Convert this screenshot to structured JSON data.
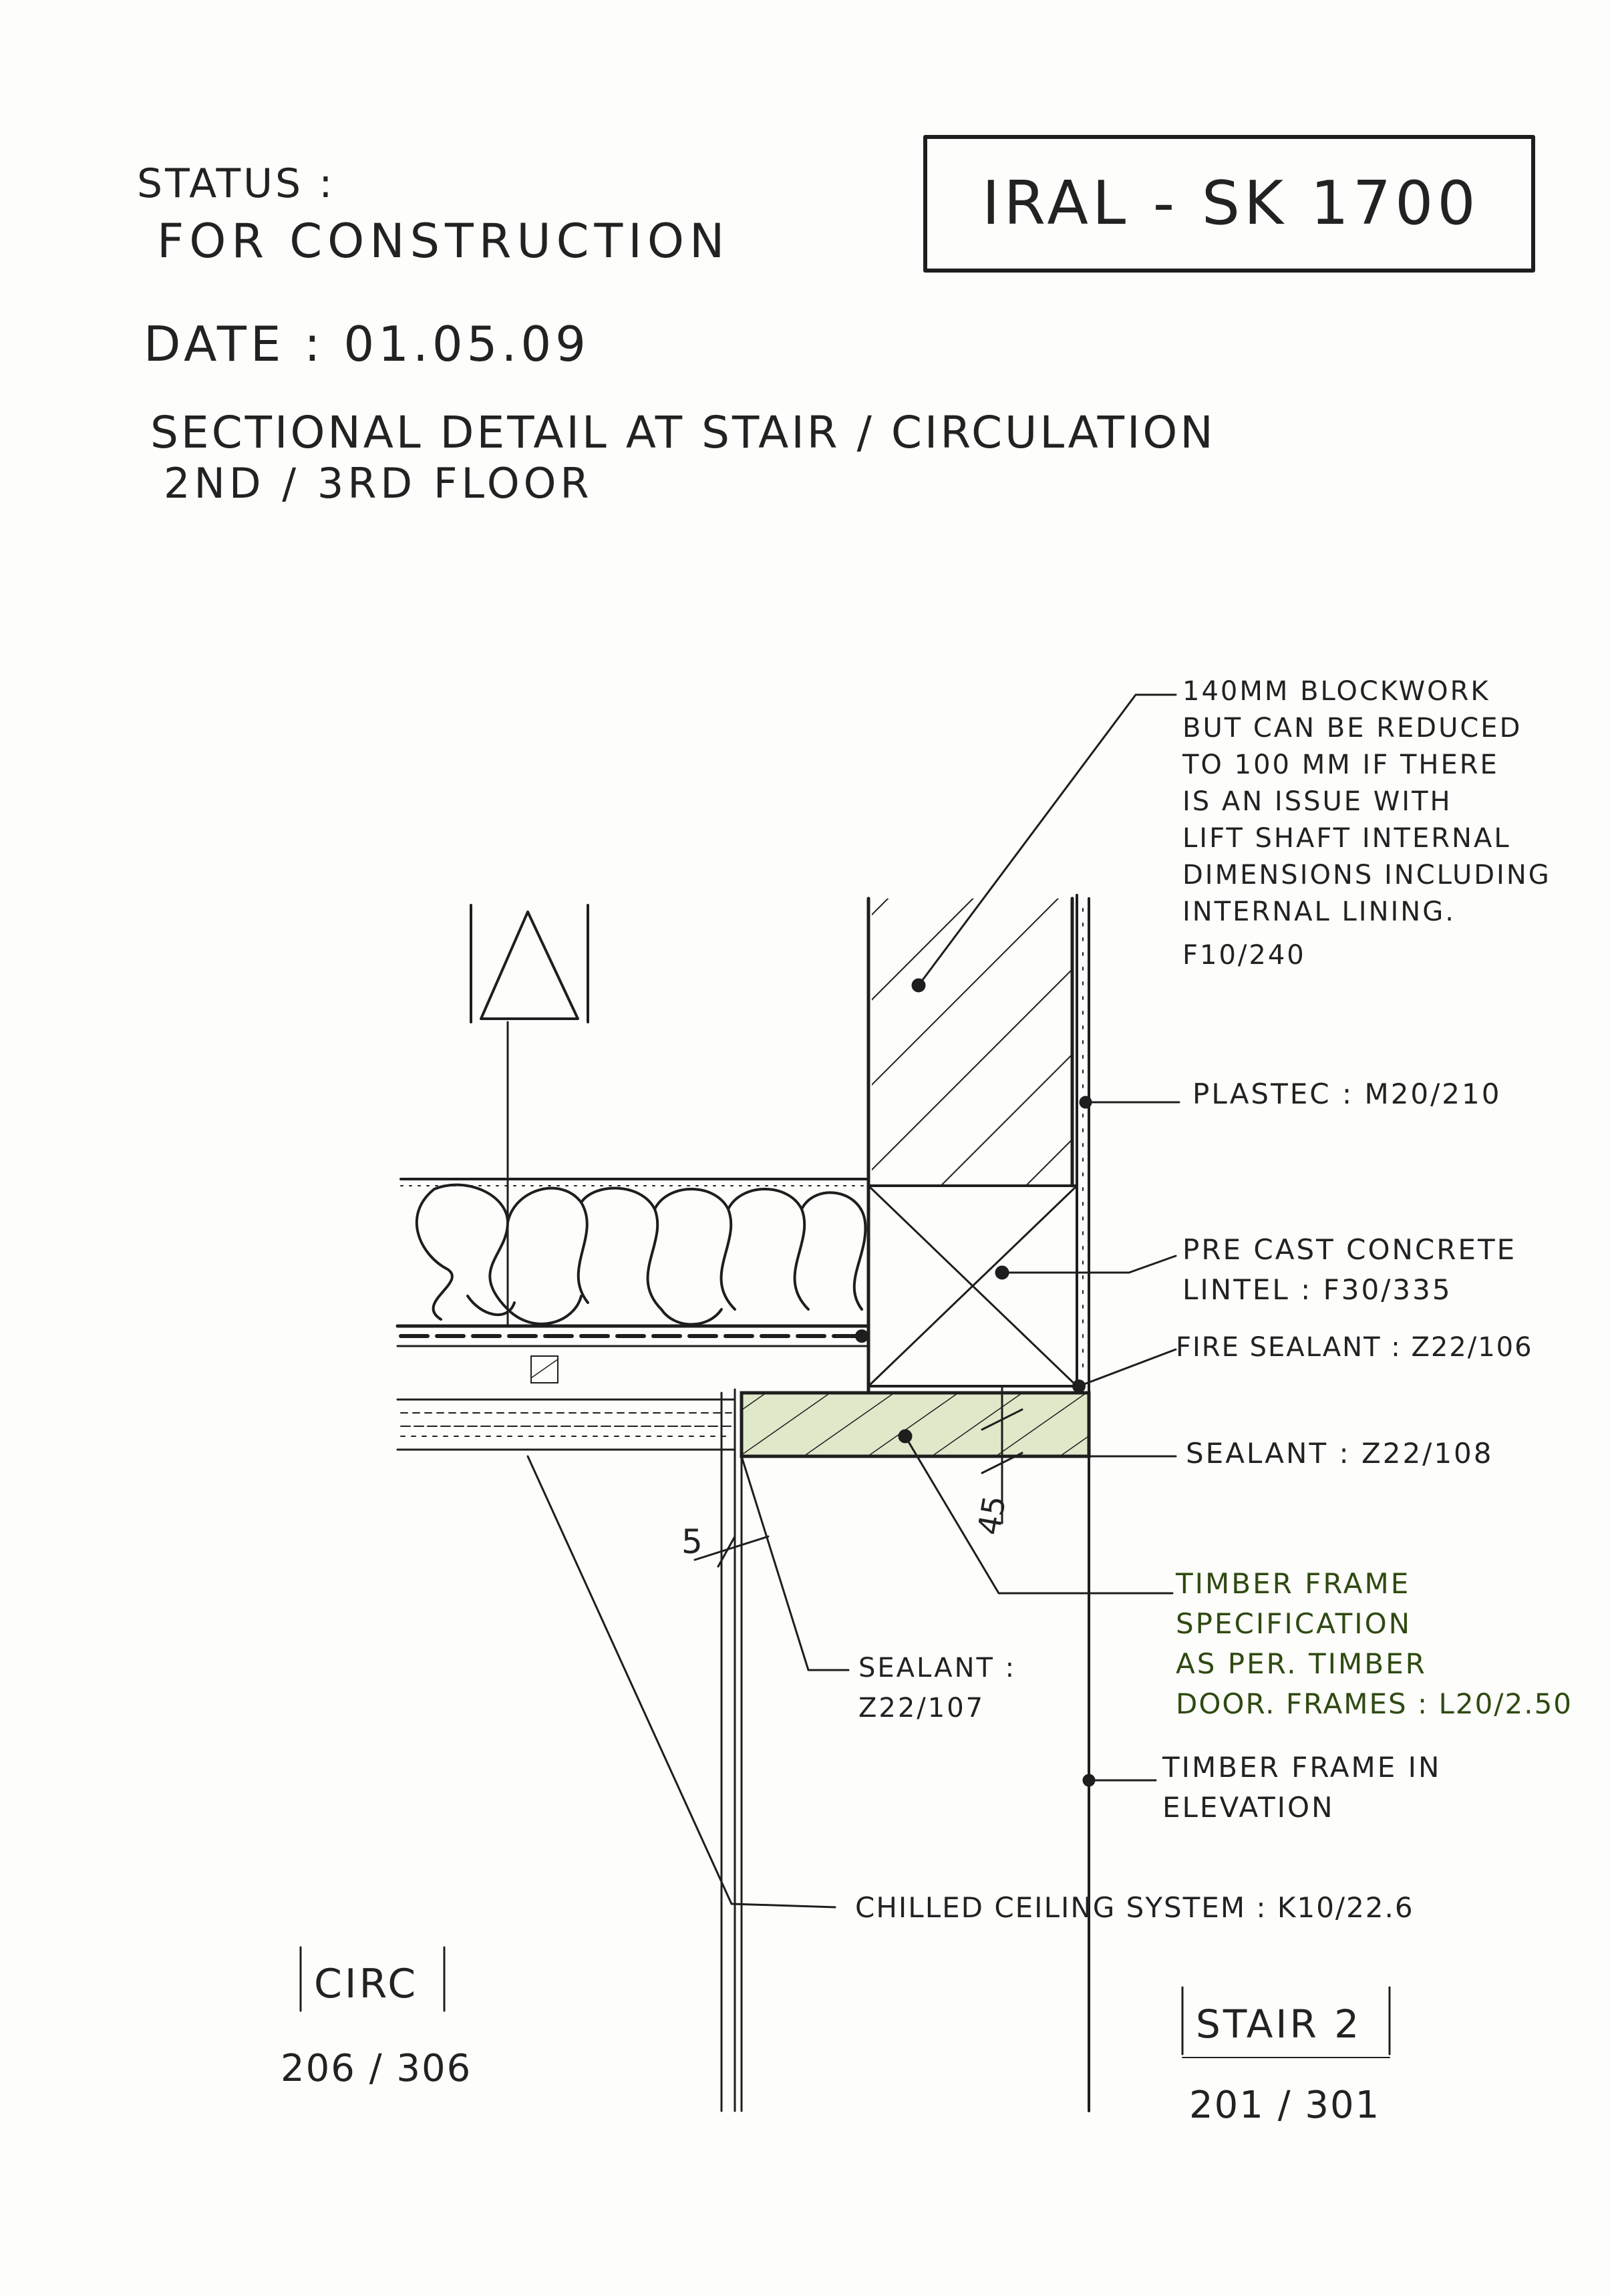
{
  "header": {
    "status_label": "STATUS :",
    "status_value": "FOR CONSTRUCTION",
    "drawing_number": "IRAL - SK 1700",
    "date": "DATE : 01.05.09",
    "title_line1": "SECTIONAL DETAIL  AT STAIR / CIRCULATION",
    "title_line2": "2ND / 3RD FLOOR"
  },
  "annotations": {
    "blockwork": [
      "140MM BLOCKWORK",
      "BUT CAN BE REDUCED",
      "TO 100 MM IF THERE",
      "IS AN ISSUE WITH",
      "LIFT SHAFT INTERNAL",
      "DIMENSIONS INCLUDING",
      "INTERNAL LINING.",
      "F10/240"
    ],
    "plastec": "PLASTEC : M20/210",
    "lintel": [
      "PRE CAST CONCRETE",
      "LINTEL : F30/335"
    ],
    "fire_sealant": "FIRE SEALANT : Z22/106",
    "sealant_right": "SEALANT : Z22/108",
    "timber_spec": [
      "TIMBER FRAME",
      "SPECIFICATION",
      "AS PER. TIMBER",
      "DOOR. FRAMES : L20/2.50"
    ],
    "sealant_left": [
      "SEALANT :",
      "Z22/107"
    ],
    "timber_elevation": [
      "TIMBER FRAME IN",
      "ELEVATION"
    ],
    "chilled_ceiling": "CHILLED CEILING SYSTEM : K10/22.6"
  },
  "dimensions": {
    "gap_left": "5",
    "lintel_depth": "45"
  },
  "rooms": {
    "left": {
      "name": "CIRC",
      "number": "206 / 306"
    },
    "right": {
      "name": "STAIR 2",
      "number": "201 / 301"
    }
  },
  "colors": {
    "ink": "#1e1e1e",
    "timber_fill": "#dfe8c9",
    "green_note": "#2f4a12"
  }
}
